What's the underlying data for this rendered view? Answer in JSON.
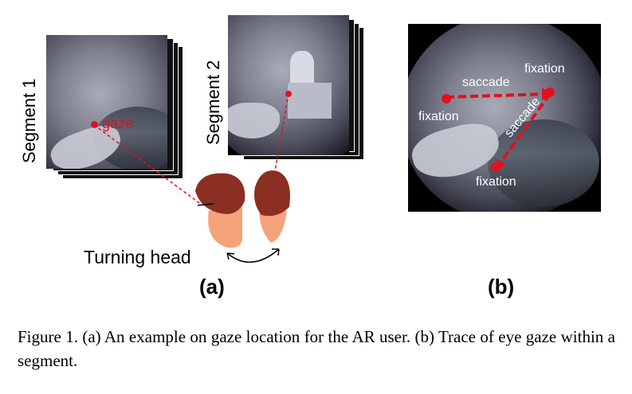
{
  "panel_a": {
    "segment1_label": "Segment 1",
    "segment2_label": "Segment 2",
    "gaze_label": "gaze",
    "turning_label": "Turning head",
    "label": "(a)"
  },
  "panel_b": {
    "saccade1": "saccade",
    "saccade2": "saccade",
    "fixation1": "fixation",
    "fixation2": "fixation",
    "fixation3": "fixation",
    "label": "(b)"
  },
  "caption": "Figure 1. (a) An example on gaze location for the AR user. (b) Trace of eye gaze within a segment.",
  "colors": {
    "gaze_red": "#e4101b",
    "hair": "#8b2f22",
    "skin": "#f5a27a"
  }
}
